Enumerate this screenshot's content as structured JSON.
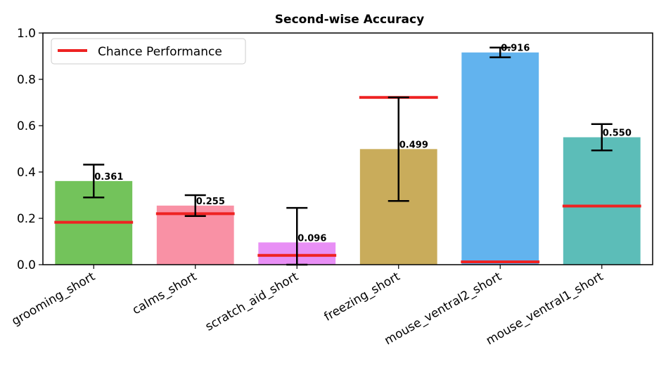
{
  "chart_data": {
    "type": "bar",
    "title": "Second-wise Accuracy",
    "xlabel": "",
    "ylabel": "",
    "ylim": [
      0,
      1.0
    ],
    "yticks": [
      "0.0",
      "0.2",
      "0.4",
      "0.6",
      "0.8",
      "1.0"
    ],
    "categories": [
      "grooming_short",
      "calms_short",
      "scratch_aid_short",
      "freezing_short",
      "mouse_ventral2_short",
      "mouse_ventral1_short"
    ],
    "values": [
      0.361,
      0.255,
      0.096,
      0.499,
      0.916,
      0.55
    ],
    "value_labels": [
      "0.361",
      "0.255",
      "0.096",
      "0.499",
      "0.916",
      "0.550"
    ],
    "error_low": [
      0.29,
      0.21,
      0.0,
      0.275,
      0.895,
      0.493
    ],
    "error_high": [
      0.432,
      0.3,
      0.245,
      0.722,
      0.937,
      0.607
    ],
    "chance": [
      0.183,
      0.22,
      0.04,
      0.722,
      0.012,
      0.253
    ],
    "bar_colors": [
      "#73c35b",
      "#f991a5",
      "#e88ff5",
      "#c9ac5b",
      "#62b3ee",
      "#5cbdb8"
    ],
    "chance_color": "#ee2222",
    "legend": {
      "label": "Chance Performance",
      "position": "upper left"
    },
    "grid": false
  }
}
